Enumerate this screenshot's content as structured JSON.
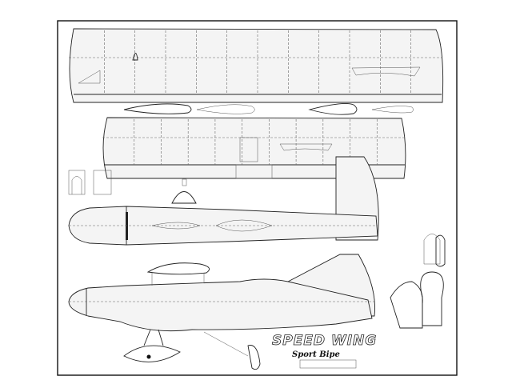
{
  "plan": {
    "title": "SPEED WING",
    "subtitle": "Sport Bipe"
  },
  "views": {
    "upper_wing": "upper-wing-plan",
    "lower_wing": "lower-wing-plan",
    "top_view": "fuselage-top-view",
    "side_view": "fuselage-side-view"
  }
}
